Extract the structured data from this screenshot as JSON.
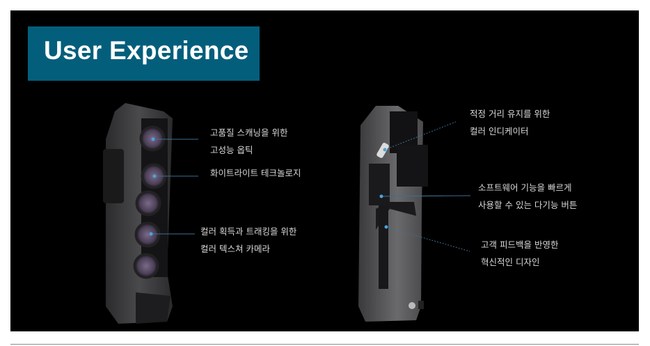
{
  "title": "User Experience",
  "colors": {
    "title_bg": "#035e7c",
    "accent_dot": "#4aa3e0"
  },
  "left_device": {
    "annotations": [
      {
        "lines": [
          "고품질 스캐닝을 위한",
          "고성능 옵틱"
        ]
      },
      {
        "lines": [
          "화이트라이트 테크놀로지"
        ]
      },
      {
        "lines": [
          "컬러 획득과 트래킹을 위한",
          "컬러 텍스쳐 카메라"
        ]
      }
    ]
  },
  "right_device": {
    "annotations": [
      {
        "lines": [
          "적정 거리 유지를 위한",
          "컬러 인디케이터"
        ]
      },
      {
        "lines": [
          "소프트웨어 기능을 빠르게",
          "사용할 수 있는 다기능 버튼"
        ]
      },
      {
        "lines": [
          "고객 피드백을 반영한",
          "혁신적인 디자인"
        ]
      }
    ]
  }
}
